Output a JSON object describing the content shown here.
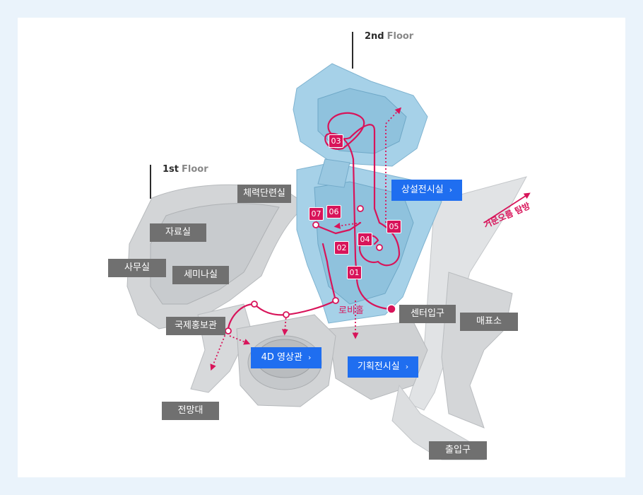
{
  "floors": {
    "second": {
      "number": "2nd",
      "word": "Floor"
    },
    "first": {
      "number": "1st",
      "word": "Floor"
    }
  },
  "rooms": {
    "fitness_room": "체력단련실",
    "reference_room": "자료실",
    "office": "사무실",
    "seminar_room": "세미나실",
    "promotion_hall": "국제홍보관",
    "observatory": "전망대",
    "center_entrance": "센터입구",
    "ticket_office": "매표소",
    "exit": "출입구"
  },
  "links": {
    "permanent_exhibition": "상설전시실",
    "theater_4d": "4D 영상관",
    "special_exhibition": "기획전시실",
    "chevron": "›"
  },
  "route_badges": [
    "01",
    "02",
    "03",
    "04",
    "05",
    "06",
    "07"
  ],
  "lobby_label": "로비홀",
  "trail_label": "거문오름 탐방",
  "colors": {
    "route": "#d8145a",
    "floor2_fill": "#9ccbe4",
    "building_gray": "#d7d9db",
    "tag_gray": "#707070",
    "link_blue": "#1f6ef0"
  }
}
